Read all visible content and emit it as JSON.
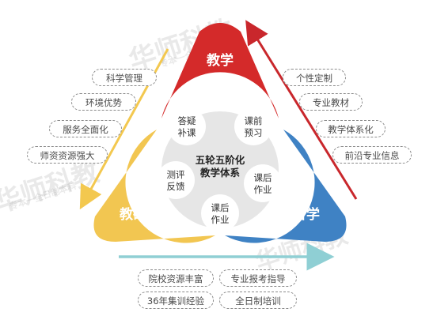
{
  "watermark": {
    "brand": "华师科教",
    "sub": "专本一全日制本科"
  },
  "triangle": {
    "top": {
      "label": "教学",
      "color": "#d42a2a"
    },
    "left": {
      "label": "教研",
      "color": "#f2c651"
    },
    "right": {
      "label": "督学",
      "color": "#3f82c4"
    }
  },
  "center": {
    "title_line1": "五轮五阶化",
    "title_line2": "教学体系",
    "petals": [
      {
        "line1": "答疑",
        "line2": "补课"
      },
      {
        "line1": "课前",
        "line2": "预习"
      },
      {
        "line1": "课后",
        "line2": "作业"
      },
      {
        "line1": "课后",
        "line2": "作业"
      },
      {
        "line1": "测评",
        "line2": "反馈"
      }
    ]
  },
  "left_tags": [
    "科学管理",
    "环境优势",
    "服务全面化",
    "师资资源强大"
  ],
  "right_tags": [
    "个性定制",
    "专业教材",
    "教学体系化",
    "前沿专业信息"
  ],
  "bottom_tags": [
    "院校资源丰富",
    "专业报考指导",
    "36年集训经验",
    "全日制培训"
  ],
  "colors": {
    "arrow_yellow": "#f3c84f",
    "arrow_red": "#c9272c",
    "arrow_teal": "#8fcfd4",
    "center_grey": "#e6e6e6"
  }
}
